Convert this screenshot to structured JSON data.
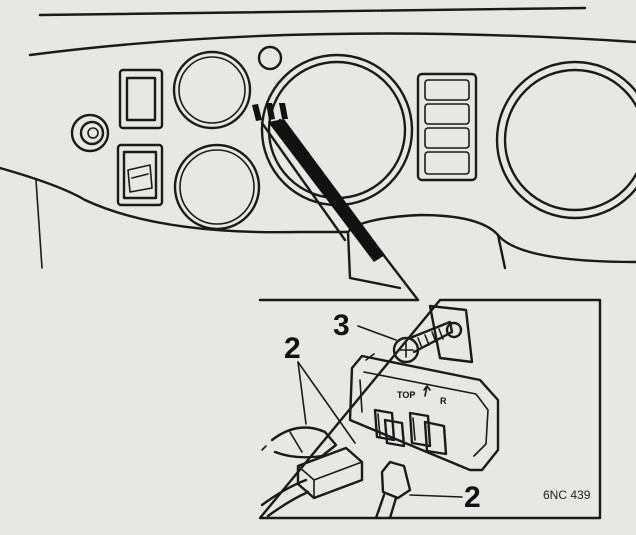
{
  "callouts": {
    "screw_number": "3",
    "connector_number_upper": "2",
    "connector_number_lower": "2"
  },
  "switch_marking": {
    "top_text": "TOP",
    "right_text": "R"
  },
  "figure_code": "6NC 439",
  "colors": {
    "paper": "#e7e7e3",
    "ink": "#1a1a1a"
  }
}
